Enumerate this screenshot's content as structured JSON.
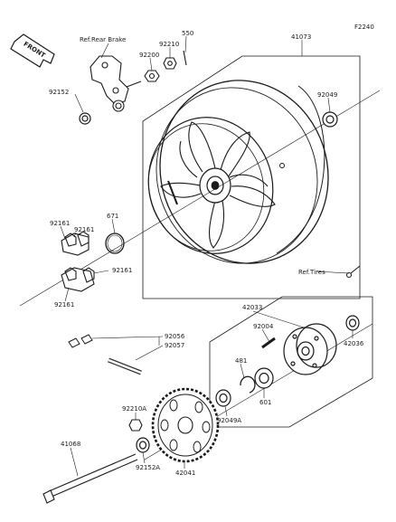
{
  "diagram": {
    "code": "F2240",
    "front_badge": "FRONT",
    "refs": {
      "rear_brake": "Ref.Rear Brake",
      "tires": "Ref.Tires"
    },
    "parts": {
      "p550": "550",
      "p92210": "92210",
      "p92200": "92200",
      "p41073": "41073",
      "p92152": "92152",
      "p92049": "92049",
      "p671": "671",
      "p92161a": "92161",
      "p92161b": "92161",
      "p92161c": "92161",
      "p92161d": "92161",
      "p42033": "42033",
      "p92056": "92056",
      "p92057": "92057",
      "p92004": "92004",
      "p481": "481",
      "p601": "601",
      "p42036": "42036",
      "p92210A": "92210A",
      "p92049A": "92049A",
      "p41068": "41068",
      "p92152A": "92152A",
      "p42041": "42041"
    }
  }
}
